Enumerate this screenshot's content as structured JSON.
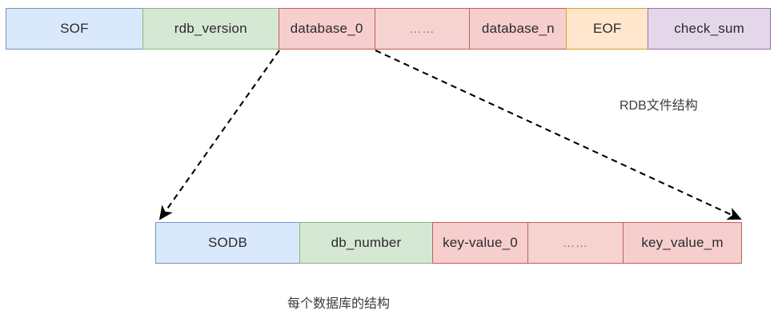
{
  "diagram": {
    "title_top": "RDB文件结构",
    "title_bottom": "每个数据库的结构",
    "rdb_file_structure": {
      "cells": [
        {
          "label": "SOF",
          "color": "#dae8fc",
          "border": "#7293c4"
        },
        {
          "label": "rdb_version",
          "color": "#d5e8d4",
          "border": "#89b877"
        },
        {
          "label": "database_0",
          "color": "#f6cecd",
          "border": "#c0605c"
        },
        {
          "label": "……",
          "color": "#f6d2d1",
          "border": "#c0605c"
        },
        {
          "label": "database_n",
          "color": "#f6cecd",
          "border": "#c0605c"
        },
        {
          "label": "EOF",
          "color": "#ffe6cc",
          "border": "#d6a12b"
        },
        {
          "label": "check_sum",
          "color": "#e4d7ea",
          "border": "#9673a6"
        }
      ]
    },
    "database_structure": {
      "cells": [
        {
          "label": "SODB",
          "color": "#dae8fc",
          "border": "#7293c4"
        },
        {
          "label": "db_number",
          "color": "#d5e8d4",
          "border": "#89b877"
        },
        {
          "label": "key-value_0",
          "color": "#f6cecd",
          "border": "#c0605c"
        },
        {
          "label": "……",
          "color": "#f6d2d1",
          "border": "#c0605c"
        },
        {
          "label": "key_value_m",
          "color": "#f6cecd",
          "border": "#c0605c"
        }
      ]
    },
    "connectors": [
      {
        "name": "database-0-left-expand-arrow",
        "style": "dashed",
        "color": "#000000"
      },
      {
        "name": "database-0-right-expand-arrow",
        "style": "dashed",
        "color": "#000000"
      }
    ]
  }
}
